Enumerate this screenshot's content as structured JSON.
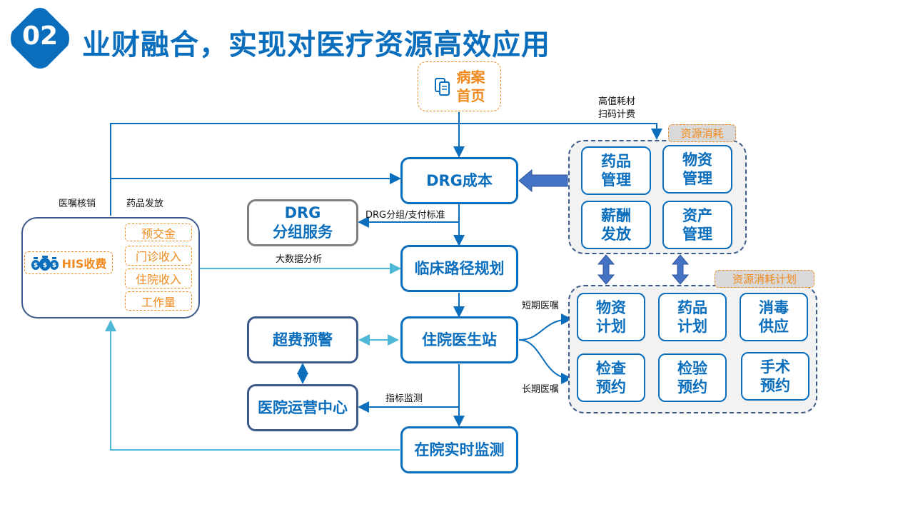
{
  "header": {
    "number": "02",
    "title": "业财融合，实现对医疗资源高效应用"
  },
  "colors": {
    "primary": "#0a6ebd",
    "accent_orange": "#f08a1e",
    "navy": "#3b5a8a",
    "light_blue": "#4fb8d8",
    "grey_border": "#7f7f7f"
  },
  "nodes": {
    "medical_record": {
      "line1": "病案",
      "line2": "首页",
      "icon": "clipboard-icon"
    },
    "drg_cost": "DRG成本",
    "drg_group": {
      "line1": "DRG",
      "line2": "分组服务"
    },
    "clinical_path": "临床路径规划",
    "inpatient_station": "住院医生站",
    "overcost_warning": "超费预警",
    "ops_center": "医院运营中心",
    "realtime_monitor": "在院实时监测"
  },
  "his": {
    "label": "HIS收费",
    "icon": "money-bags-icon",
    "items": [
      "预交金",
      "门诊收入",
      "住院收入",
      "工作量"
    ]
  },
  "resource_consumption": {
    "tag": "资源消耗",
    "items": [
      {
        "line1": "药品",
        "line2": "管理"
      },
      {
        "line1": "物资",
        "line2": "管理"
      },
      {
        "line1": "薪酬",
        "line2": "发放"
      },
      {
        "line1": "资产",
        "line2": "管理"
      }
    ]
  },
  "resource_plan": {
    "tag": "资源消耗计划",
    "items": [
      {
        "line1": "物资",
        "line2": "计划"
      },
      {
        "line1": "药品",
        "line2": "计划"
      },
      {
        "line1": "消毒",
        "line2": "供应"
      },
      {
        "line1": "检查",
        "line2": "预约"
      },
      {
        "line1": "检验",
        "line2": "预约"
      },
      {
        "line1": "手术",
        "line2": "预约"
      }
    ]
  },
  "edge_labels": {
    "high_value_line1": "高值耗材",
    "high_value_line2": "扫码计费",
    "order_writeoff": "医嘱核销",
    "drug_dispense": "药品发放",
    "drg_standard": "DRG分组/支付标准",
    "big_data": "大数据分析",
    "short_term": "短期医嘱",
    "long_term": "长期医嘱",
    "indicator_monitor": "指标监测"
  }
}
